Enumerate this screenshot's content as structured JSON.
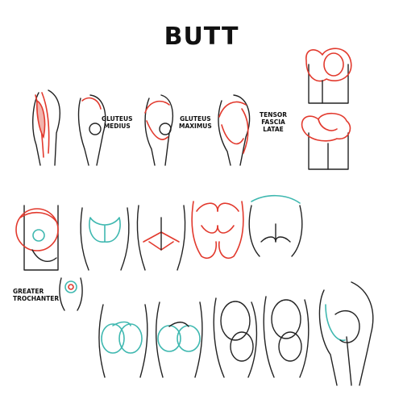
{
  "title": "BUTT",
  "labels": {
    "gluteus_medius": [
      "GLUTEUS",
      "MEDIUS"
    ],
    "gluteus_maximus": [
      "GLUTEUS",
      "MAXIMUS"
    ],
    "tensor_fascia_latae": [
      "TENSOR",
      "FASCIA",
      "LATAE"
    ],
    "greater_trochanter": [
      "GREATER",
      "TROCHANTER"
    ]
  },
  "colors": {
    "ink": "#222222",
    "muscle": "#e23a2e",
    "guide": "#3fb8b0"
  }
}
